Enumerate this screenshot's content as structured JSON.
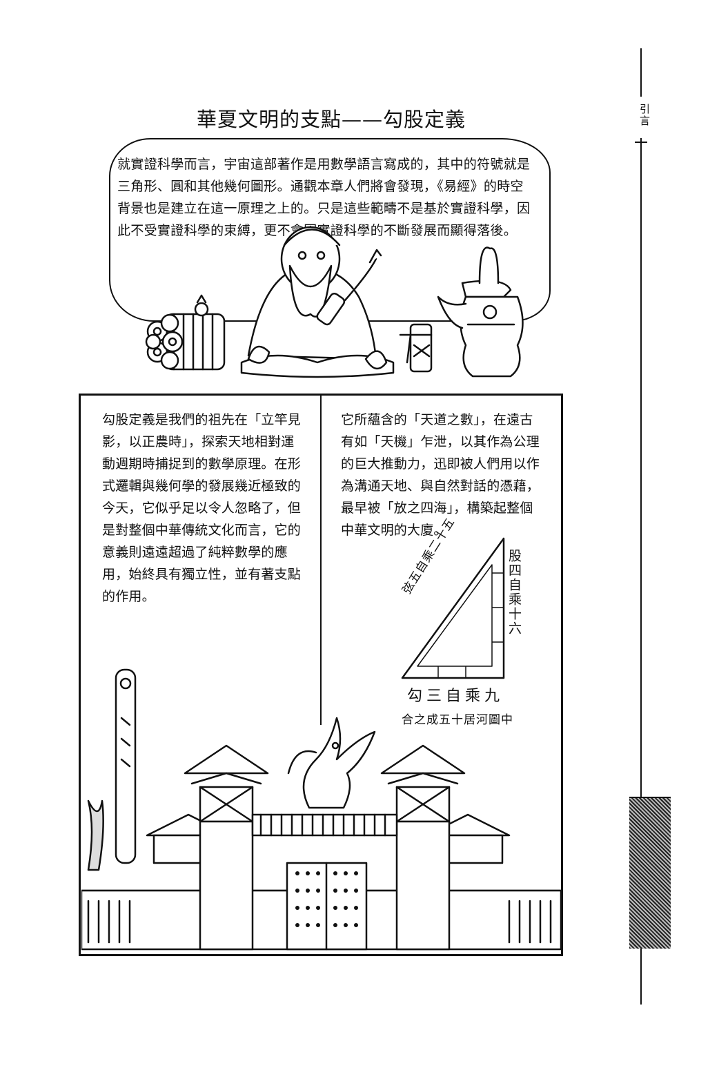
{
  "page": {
    "title": "華夏文明的支點——勾股定義",
    "chapter_label": "引言"
  },
  "intro": {
    "text": "就實證科學而言，宇宙這部著作是用數學語言寫成的，其中的符號就是三角形、圓和其他幾何圖形。通觀本章人們將會發現，《易經》的時空背景也是建立在這一原理之上的。只是這些範疇不是基於實證科學，因此不受實證科學的束縛，更不會因實證科學的不斷發展而顯得落後。"
  },
  "columns": {
    "left": "勾股定義是我們的祖先在「立竿見影，以正農時」，探索天地相對運動週期時捕捉到的數學原理。在形式邏輯與幾何學的發展幾近極致的今天，它似乎足以令人忽略了，但是對整個中華傳統文化而言，它的意義則遠遠超過了純粹數學的應用，始終具有獨立性，並有著支點的作用。",
    "right": "它所蘊含的「天道之數」，在遠古有如「天機」乍泄，以其作為公理的巨大推動力，迅即被人們用以作為溝通天地、與自然對話的憑藉，最早被「放之四海」，構築起整個中華文明的大廈。"
  },
  "diagram": {
    "leg_vertical": "股四自乘十六",
    "hypotenuse": "弦五自乘二十五",
    "base": "勾三自乘九",
    "caption": "合之成五十居河圖中"
  }
}
